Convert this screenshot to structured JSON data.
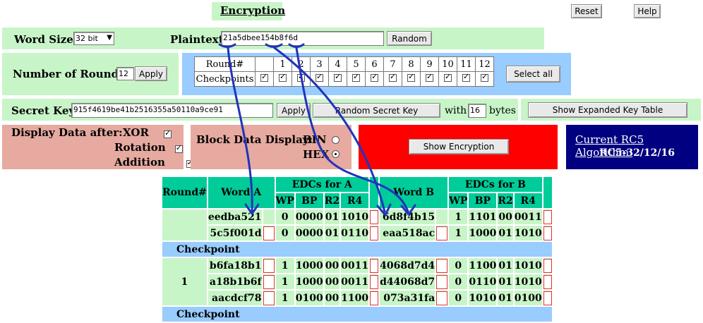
{
  "header": {
    "title": "Encryption",
    "reset_label": "Reset",
    "help_label": "Help"
  },
  "row1": {
    "word_size_label": "Word Size:",
    "word_size_value": "32 bit",
    "plaintext_label": "Plaintext:",
    "plaintext_value": "21a5dbee154b8f6d",
    "random_label": "Random"
  },
  "rounds": {
    "label": "Number of Rounds:",
    "value": "12",
    "apply_label": "Apply",
    "table_round_label": "Round#",
    "table_checkpoints_label": "Checkpoints",
    "numbers": [
      "1",
      "2",
      "3",
      "4",
      "5",
      "6",
      "7",
      "8",
      "9",
      "10",
      "11",
      "12"
    ],
    "checked": [
      true,
      true,
      true,
      true,
      true,
      true,
      true,
      true,
      true,
      true,
      true,
      true,
      true
    ],
    "select_all_label": "Select all"
  },
  "key": {
    "label": "Secret Key:",
    "value": "915f4619be41b2516355a50110a9ce91",
    "apply_label": "Apply",
    "random_label": "Random Secret Key",
    "with_label": "with",
    "bytes_value": "16",
    "bytes_label": "bytes",
    "expanded_label": "Show Expanded Key Table"
  },
  "display": {
    "label": "Display Data after:",
    "xor_label": "XOR",
    "rotation_label": "Rotation",
    "addition_label": "Addition",
    "block_label": "Block Data Display:",
    "bin_label": "BIN",
    "hex_label": "HEX",
    "show_encryption_label": "Show Encryption"
  },
  "algorithm": {
    "link_label": "Current RC5 Algorithm:",
    "name": "RC5-32/12/16"
  },
  "table": {
    "h_round": "Round#",
    "h_word_a": "Word A",
    "h_edc_a": "EDCs for A",
    "h_word_b": "Word B",
    "h_edc_b": "EDCs for B",
    "h_wp": "WP",
    "h_bp": "BP",
    "h_r2": "R2",
    "h_r4": "R4",
    "checkpoint_label": "Checkpoint",
    "round1_label": "1",
    "init_rows": [
      {
        "a": "eedba521",
        "wp": "0",
        "bp": "0000",
        "r2": "01",
        "r4": "1010",
        "b": "6d8f4b15",
        "wpb": "1",
        "bpb": "1101",
        "r2b": "00",
        "r4b": "0011"
      },
      {
        "a": "5c5f001d",
        "wp": "0",
        "bp": "0000",
        "r2": "01",
        "r4": "0110",
        "b": "eaa518ac",
        "wpb": "1",
        "bpb": "1000",
        "r2b": "01",
        "r4b": "1010"
      }
    ],
    "round1_rows": [
      {
        "a": "b6fa18b1",
        "wp": "1",
        "bp": "1000",
        "r2": "00",
        "r4": "0011",
        "b": "4068d7d4",
        "wpb": "0",
        "bpb": "1100",
        "r2b": "01",
        "r4b": "1010"
      },
      {
        "a": "a18b1b6f",
        "wp": "1",
        "bp": "1000",
        "r2": "00",
        "r4": "0011",
        "b": "d44068d7",
        "wpb": "0",
        "bpb": "0110",
        "r2b": "01",
        "r4b": "1010"
      },
      {
        "a": "aacdcf78",
        "wp": "1",
        "bp": "0100",
        "r2": "00",
        "r4": "1100",
        "b": "073a31fa",
        "wpb": "0",
        "bpb": "1010",
        "r2b": "01",
        "r4b": "0100"
      }
    ],
    "trailing_label": "Checkpoint"
  },
  "colors": {
    "panel_green": "#c8f5c8",
    "panel_blue": "#99ccff",
    "panel_pink": "#e6aaa0",
    "panel_red": "#ff0000",
    "panel_navy": "#000080",
    "header_teal": "#00cc99",
    "annotation_ink": "#2233bb"
  }
}
